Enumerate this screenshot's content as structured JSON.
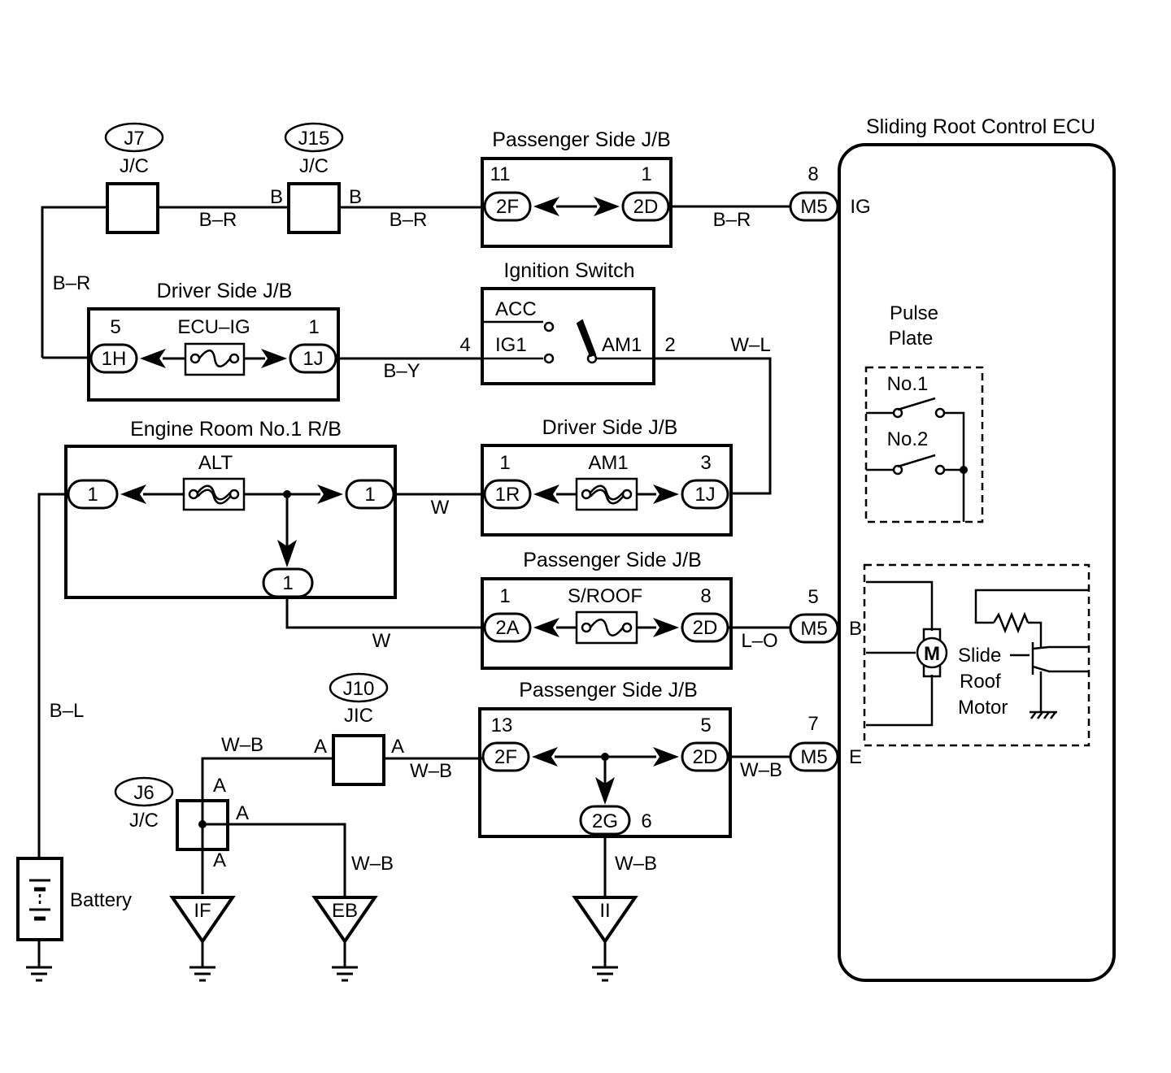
{
  "components": {
    "j7": {
      "id": "J7",
      "type": "J/C"
    },
    "j15": {
      "id": "J15",
      "type": "J/C",
      "pin_left": "B",
      "pin_right": "B"
    },
    "j10": {
      "id": "J10",
      "type": "JIC",
      "pin_left": "A",
      "pin_right": "A"
    },
    "j6": {
      "id": "J6",
      "type": "J/C",
      "pin_top": "A",
      "pin_right": "A",
      "pin_bottom": "A"
    },
    "pjb_top": {
      "title": "Passenger Side J/B",
      "pin_left": "11",
      "conn_left": "2F",
      "pin_right": "1",
      "conn_right": "2D"
    },
    "djb_top": {
      "title": "Driver Side J/B",
      "pin_left": "5",
      "conn_left": "1H",
      "fuse": "ECU–IG",
      "pin_right": "1",
      "conn_right": "1J"
    },
    "ignition": {
      "title": "Ignition Switch",
      "acc": "ACC",
      "ig1": "IG1",
      "am1": "AM1",
      "pin_in": "4",
      "pin_out": "2"
    },
    "engine_rb": {
      "title": "Engine Room No.1 R/B",
      "conn_left": "1",
      "fuse": "ALT",
      "conn_right": "1",
      "conn_bottom": "1"
    },
    "djb_mid": {
      "title": "Driver Side J/B",
      "pin_left": "1",
      "conn_left": "1R",
      "fuse": "AM1",
      "pin_right": "3",
      "conn_right": "1J"
    },
    "pjb_mid": {
      "title": "Passenger Side J/B",
      "pin_left": "1",
      "conn_left": "2A",
      "fuse": "S/ROOF",
      "pin_right": "8",
      "conn_right": "2D"
    },
    "pjb_bot": {
      "title": "Passenger Side J/B",
      "pin_left": "13",
      "conn_left": "2F",
      "pin_right": "5",
      "conn_right": "2D",
      "conn_bottom": "2G",
      "pin_bottom": "6"
    },
    "ecu": {
      "title": "Sliding Root Control ECU",
      "pins": [
        {
          "pin": "8",
          "conn": "M5",
          "term": "IG"
        },
        {
          "pin": "5",
          "conn": "M5",
          "term": "B"
        },
        {
          "pin": "7",
          "conn": "M5",
          "term": "E"
        }
      ],
      "pulse_plate": {
        "line1": "Pulse",
        "line2": "Plate",
        "sw1": "No.1",
        "sw2": "No.2"
      },
      "motor": {
        "symbol": "M",
        "line1": "Slide",
        "line2": "Roof",
        "line3": "Motor"
      }
    },
    "battery": {
      "label": "Battery"
    },
    "grounds": [
      "IF",
      "EB",
      "II"
    ]
  },
  "wires": {
    "br_left": "B–R",
    "br_mid": "B–R",
    "br_ecu": "B–R",
    "br_vertical": "B–R",
    "by": "B–Y",
    "wl": "W–L",
    "w_top": "W",
    "w_bottom": "W",
    "lo": "L–O",
    "bl": "B–L",
    "wb_j6": "W–B",
    "wb_j10": "W–B",
    "wb_ecu": "W–B",
    "wb_eb": "W–B",
    "wb_ii": "W–B"
  }
}
